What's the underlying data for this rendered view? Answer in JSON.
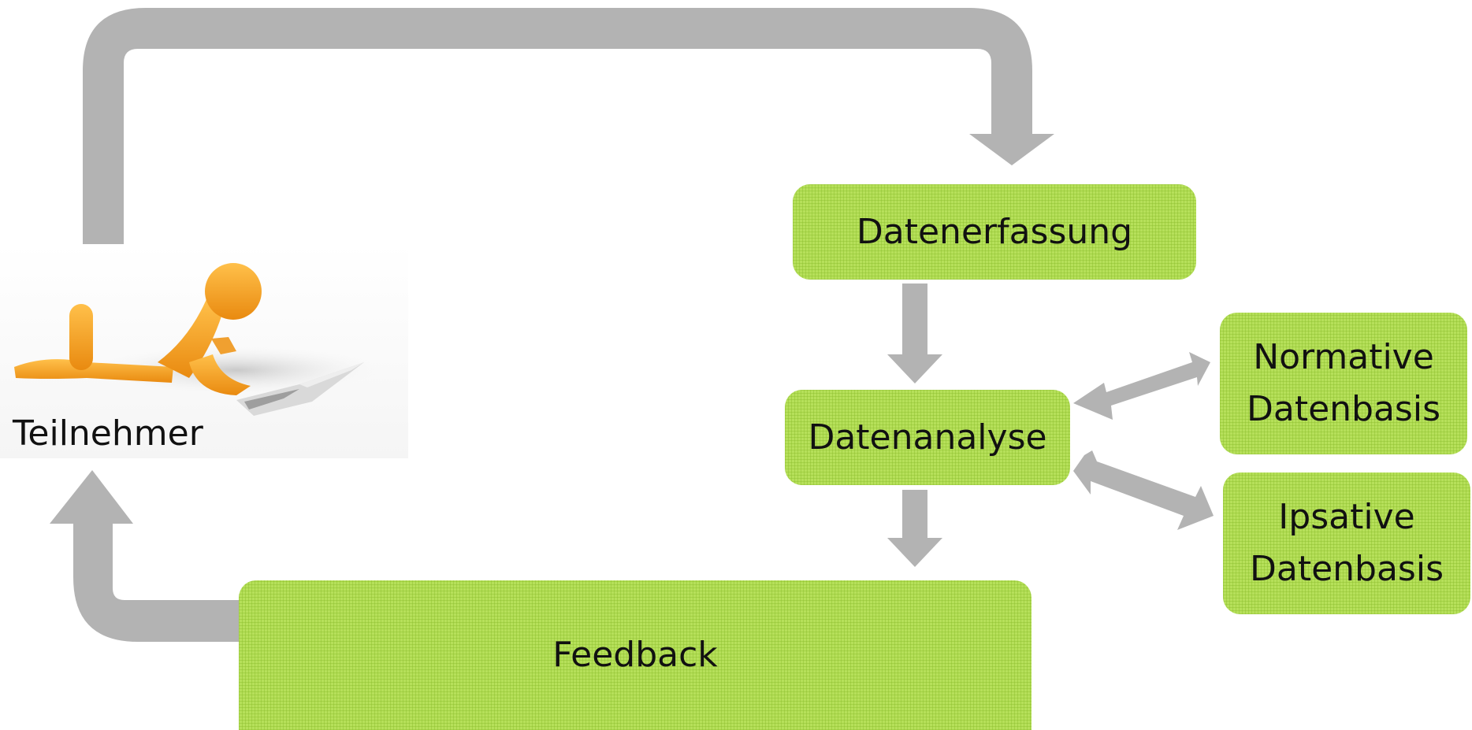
{
  "diagram": {
    "participant": {
      "label": "Teilnehmer",
      "figure_icon": "person-lying-with-laptop-icon"
    },
    "boxes": {
      "datenerfassung": {
        "label": "Datenerfassung"
      },
      "datenanalyse": {
        "label": "Datenanalyse"
      },
      "normative": {
        "line1": "Normative",
        "line2": "Datenbasis"
      },
      "ipsative": {
        "line1": "Ipsative",
        "line2": "Datenbasis"
      },
      "feedback": {
        "label": "Feedback"
      }
    },
    "colors": {
      "box_fill": "#b6e05a",
      "arrow": "#b3b3b3",
      "figure": "#f5a623",
      "text": "#111111"
    }
  }
}
